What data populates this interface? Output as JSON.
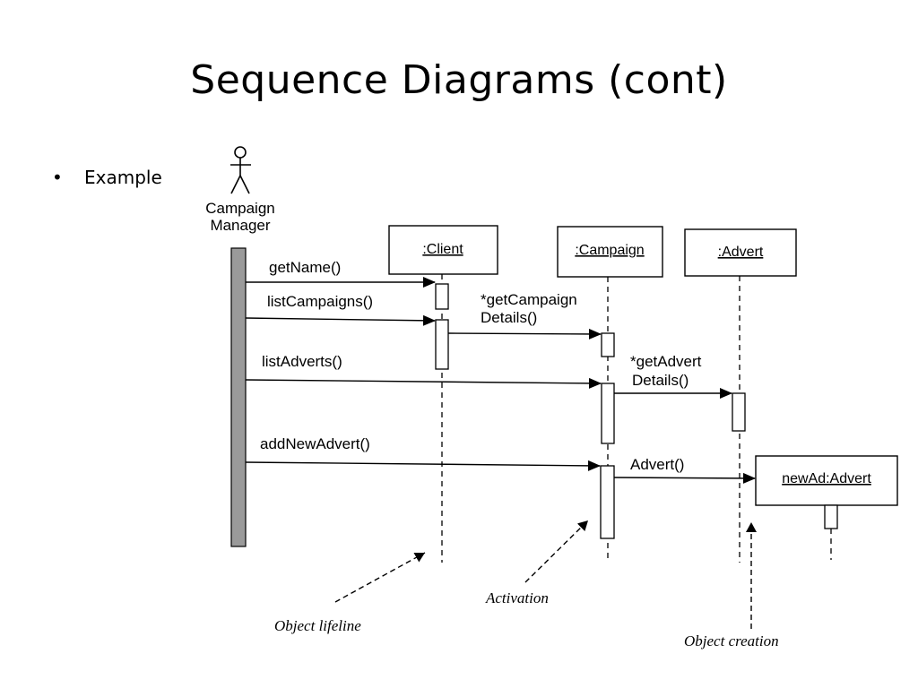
{
  "slide": {
    "title": "Sequence Diagrams (cont)",
    "bullet": "Example"
  },
  "diagram": {
    "actor": {
      "line1": "Campaign",
      "line2": "Manager"
    },
    "objects": {
      "client": ":Client",
      "campaign": ":Campaign",
      "advert": ":Advert",
      "new_advert": "newAd:Advert"
    },
    "messages": {
      "get_name": "getName()",
      "list_campaigns": "listCampaigns()",
      "get_campaign_details_1": "*getCampaign",
      "get_campaign_details_2": "Details()",
      "list_adverts": "listAdverts()",
      "get_advert_details_1": "*getAdvert",
      "get_advert_details_2": "Details()",
      "add_new_advert": "addNewAdvert()",
      "advert_create": "Advert()"
    },
    "annotations": {
      "object_lifeline": "Object lifeline",
      "activation": "Activation",
      "object_creation": "Object creation"
    }
  }
}
